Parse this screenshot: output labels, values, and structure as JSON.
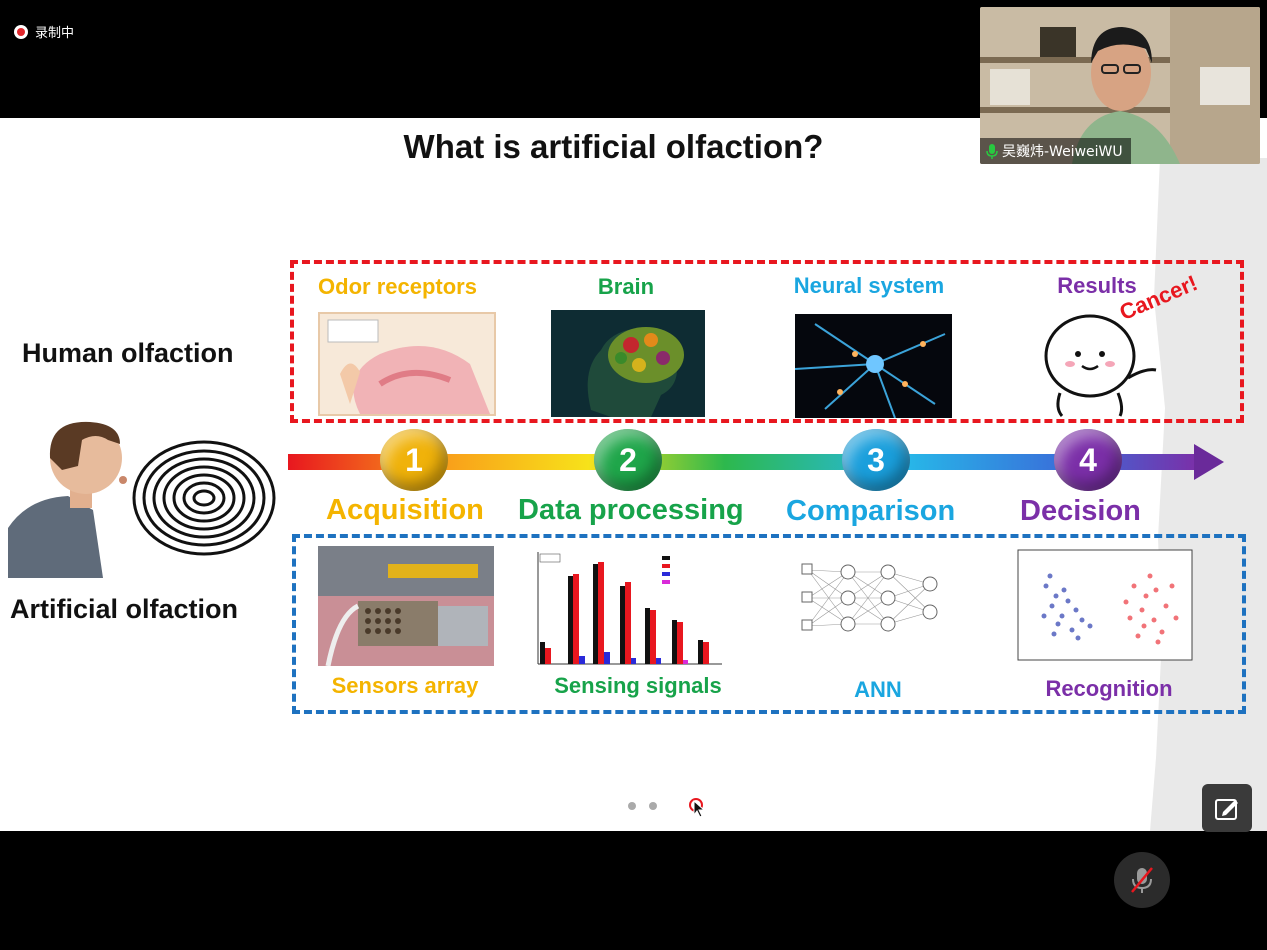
{
  "recording": {
    "label": "录制中"
  },
  "slide": {
    "title": "What is artificial olfaction?",
    "human_label": "Human olfaction",
    "artificial_label": "Artificial olfaction",
    "human_steps": [
      {
        "label": "Odor receptors",
        "color": "#f4b400"
      },
      {
        "label": "Brain",
        "color": "#17a34a"
      },
      {
        "label": "Neural system",
        "color": "#1aa6e0"
      },
      {
        "label": "Results",
        "color": "#7b2fa8"
      }
    ],
    "cancer_text": "Cancer!",
    "stages": [
      {
        "num": "1",
        "name": "Acquisition",
        "color": "#f4b400"
      },
      {
        "num": "2",
        "name": "Data processing",
        "color": "#17a34a"
      },
      {
        "num": "3",
        "name": "Comparison",
        "color": "#1aa6e0"
      },
      {
        "num": "4",
        "name": "Decision",
        "color": "#7b2fa8"
      }
    ],
    "artificial_steps": [
      {
        "label": "Sensors array",
        "color": "#f4b400"
      },
      {
        "label": "Sensing signals",
        "color": "#17a34a"
      },
      {
        "label": "ANN",
        "color": "#1aa6e0"
      },
      {
        "label": "Recognition",
        "color": "#7b2fa8"
      }
    ]
  },
  "participant": {
    "name": "吴巍炜-WeiweiWU"
  }
}
